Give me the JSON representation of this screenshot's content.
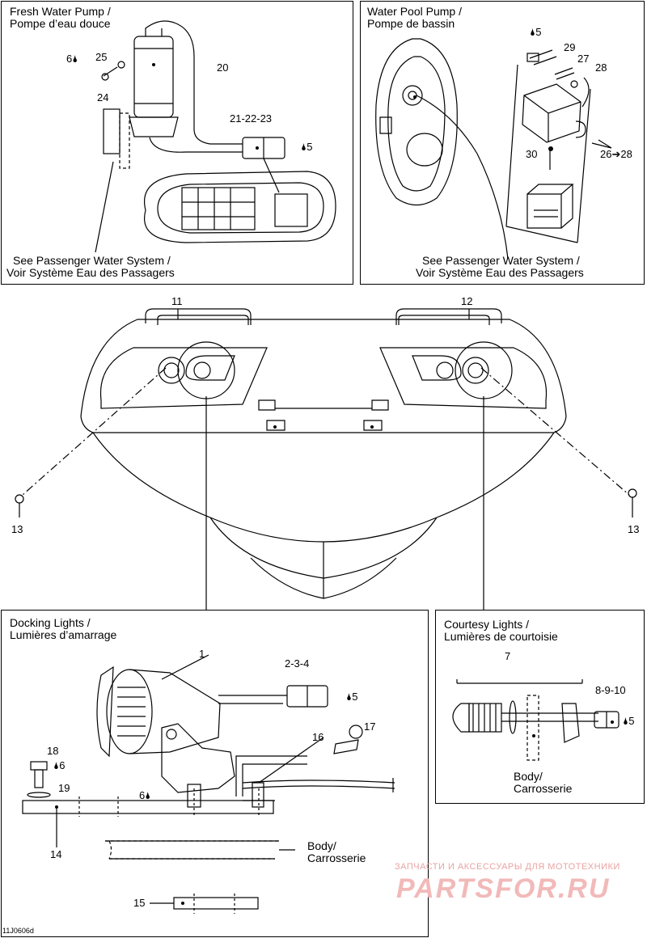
{
  "panels": {
    "fresh_water_pump": {
      "title_en": "Fresh Water Pump /",
      "title_fr": "Pompe d’eau douce",
      "see_en": "See Passenger Water System /",
      "see_fr": "Voir Système Eau des Passagers"
    },
    "water_pool_pump": {
      "title_en": "Water Pool Pump /",
      "title_fr": "Pompe de bassin",
      "see_en": "See Passenger Water System /",
      "see_fr": "Voir Système Eau des Passagers"
    },
    "docking_lights": {
      "title_en": "Docking Lights /",
      "title_fr": "Lumières d’amarrage",
      "body_en": "Body/",
      "body_fr": "Carrosserie"
    },
    "courtesy_lights": {
      "title_en": "Courtesy Lights /",
      "title_fr": "Lumières de courtoisie",
      "body_en": "Body/",
      "body_fr": "Carrosserie"
    }
  },
  "callouts": {
    "n1": "1",
    "n234": "2-3-4",
    "n5a": "5",
    "n5b": "5",
    "n5c": "5",
    "n5d": "5",
    "n6a": "6",
    "n6b": "6",
    "n7": "7",
    "n8910": "8-9-10",
    "n11": "11",
    "n12": "12",
    "n13a": "13",
    "n13b": "13",
    "n14": "14",
    "n15": "15",
    "n16": "16",
    "n17": "17",
    "n18": "18",
    "n19": "19",
    "n20": "20",
    "n212223": "21-22-23",
    "n24": "24",
    "n25": "25",
    "n2628": "26➔28",
    "n27": "27",
    "n28": "28",
    "n29": "29",
    "n30": "30"
  },
  "icons": {
    "drop": "🌢"
  },
  "watermark": {
    "tagline": "ЗАПЧАСТИ И АКСЕССУАРЫ ДЛЯ МОТОТЕХНИКИ",
    "logo": "PARTSFOR.RU"
  },
  "drawing_code": "11J0606d"
}
